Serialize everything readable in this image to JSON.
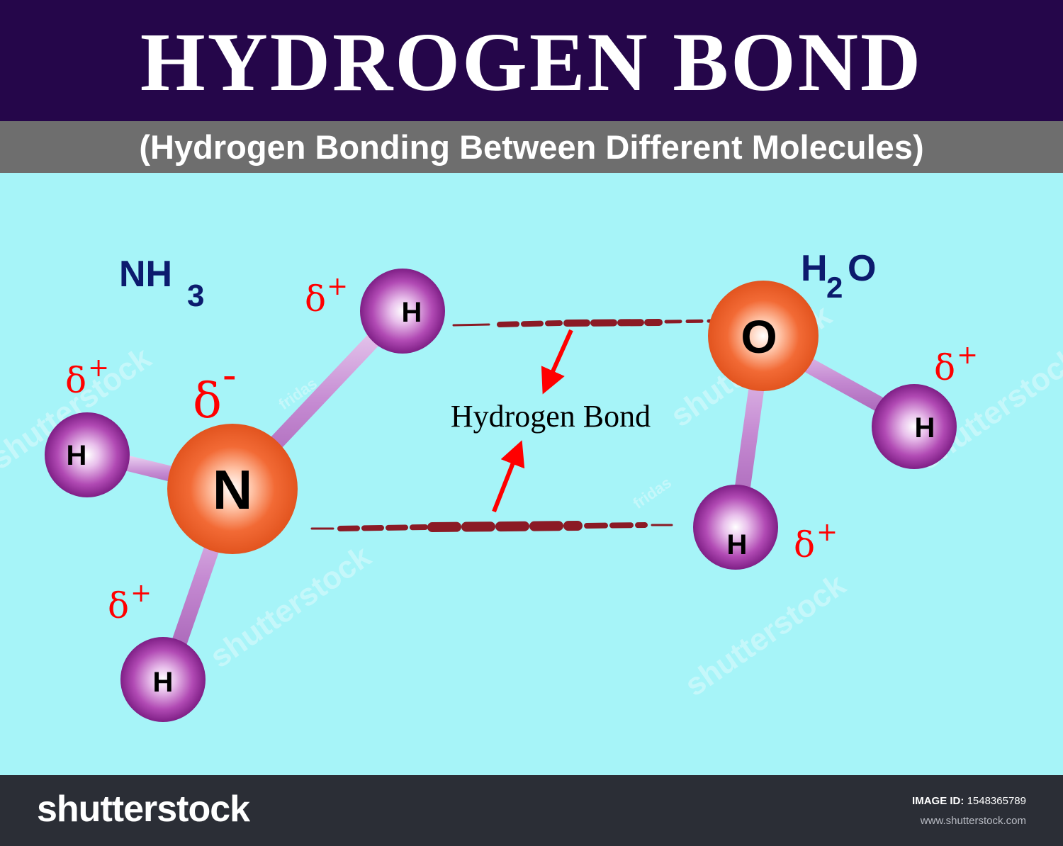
{
  "header": {
    "title": "HYDROGEN BOND",
    "subtitle": "(Hydrogen Bonding Between Different Molecules)"
  },
  "diagram": {
    "bond_label": "Hydrogen Bond",
    "molecules": {
      "ammonia": {
        "formula_main": "NH",
        "formula_sub": "3",
        "central_atom": "N",
        "central_charge_symbol": "δ",
        "central_charge_sign": "-",
        "hydrogen_label": "H",
        "hydrogen_charge_symbol": "δ",
        "hydrogen_charge_sign": "+"
      },
      "water": {
        "formula_main_a": "H",
        "formula_sub": "2",
        "formula_main_b": "O",
        "central_atom": "O",
        "hydrogen_label": "H",
        "hydrogen_charge_symbol": "δ",
        "hydrogen_charge_sign": "+"
      }
    },
    "colors": {
      "background": "#a6f4f8",
      "central_atom": "#f26a35",
      "hydrogen_atom": "#9a2a9a",
      "bond_stick": "#c98fd6",
      "hydrogen_bond_dash": "#8b1a25",
      "arrow": "#ff0000",
      "charge_text": "#ff0000",
      "formula_text": "#0c1b6e"
    }
  },
  "watermarks": {
    "text": "shutterstock",
    "author": "fridas"
  },
  "footer": {
    "brand": "shutterstock",
    "image_id_label": "IMAGE ID:",
    "image_id": "1548365789",
    "url": "www.shutterstock.com"
  }
}
